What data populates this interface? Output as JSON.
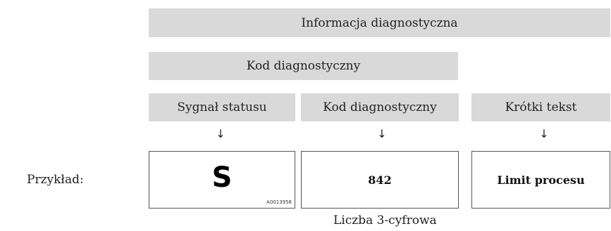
{
  "header": {
    "info": "Informacja diagnostyczna",
    "code": "Kod diagnostyczny"
  },
  "columns": [
    {
      "title": "Sygnał statusu",
      "arrow": "↓",
      "value": "S",
      "figure_id": "A0013958"
    },
    {
      "title": "Kod diagnostyczny",
      "arrow": "↓",
      "value": "842"
    },
    {
      "title": "Krótki tekst",
      "arrow": "↓",
      "value": "Limit procesu"
    }
  ],
  "example_label": "Przykład:",
  "footer_note": "Liczba 3-cyfrowa"
}
